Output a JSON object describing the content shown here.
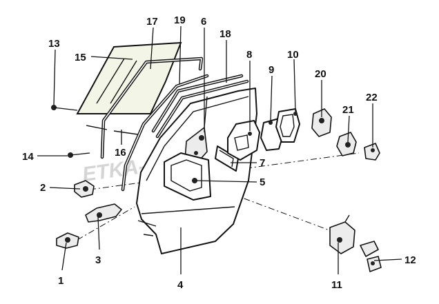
{
  "diagram": {
    "watermark": "ETKA-AUTO.RU",
    "callouts": [
      {
        "id": "1",
        "label": "1"
      },
      {
        "id": "2",
        "label": "2"
      },
      {
        "id": "3",
        "label": "3"
      },
      {
        "id": "4",
        "label": "4"
      },
      {
        "id": "5",
        "label": "5"
      },
      {
        "id": "6",
        "label": "6"
      },
      {
        "id": "7",
        "label": "7"
      },
      {
        "id": "8",
        "label": "8"
      },
      {
        "id": "9",
        "label": "9"
      },
      {
        "id": "10",
        "label": "10"
      },
      {
        "id": "11",
        "label": "11"
      },
      {
        "id": "12",
        "label": "12"
      },
      {
        "id": "13",
        "label": "13"
      },
      {
        "id": "14",
        "label": "14"
      },
      {
        "id": "15",
        "label": "15"
      },
      {
        "id": "16",
        "label": "16"
      },
      {
        "id": "17",
        "label": "17"
      },
      {
        "id": "18",
        "label": "18"
      },
      {
        "id": "19",
        "label": "19"
      },
      {
        "id": "20",
        "label": "20"
      },
      {
        "id": "21",
        "label": "21"
      },
      {
        "id": "22",
        "label": "22"
      }
    ]
  }
}
